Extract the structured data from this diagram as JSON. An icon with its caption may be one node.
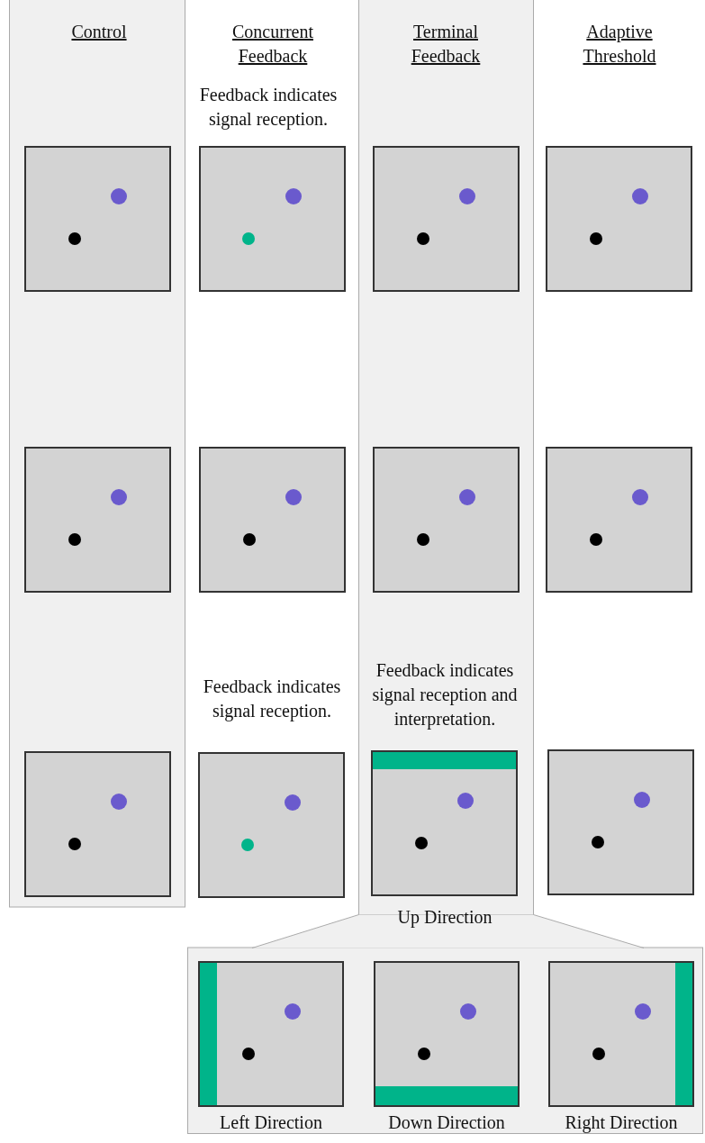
{
  "diagram": {
    "nodes": [
      {
        "text": [],
        "shape": "box"
      },
      {
        "text": [],
        "shape": "box",
        "beside": [
          "Feedback indicates signal reception."
        ]
      },
      {
        "text": [],
        "shape": "box"
      },
      {
        "text": [],
        "shape": "box"
      },
      {
        "text": [],
        "shape": "box"
      },
      {
        "text": [],
        "shape": "box"
      },
      {
        "text": [],
        "shape": "box"
      },
      {
        "text": [],
        "shape": "box"
      },
      {
        "text": [],
        "shape": "box"
      },
      {
        "text": [],
        "shape": "box",
        "beside": [
          "Feedback indicates signal reception."
        ]
      },
      {
        "text": [],
        "shape": "box",
        "beside": [
          "Feedback indicates signal reception and interpretation.",
          "Up Direction"
        ]
      },
      {
        "text": [],
        "shape": "box"
      },
      {
        "text": [],
        "shape": "box",
        "beside": [
          "Left Direction"
        ]
      },
      {
        "text": [],
        "shape": "box",
        "beside": [
          "Down Direction"
        ]
      },
      {
        "text": [],
        "shape": "box",
        "beside": [
          "Right Direction"
        ]
      }
    ],
    "labels": [
      "Control",
      "Concurrent Feedback",
      "Terminal Feedback",
      "Adaptive Threshold"
    ]
  }
}
